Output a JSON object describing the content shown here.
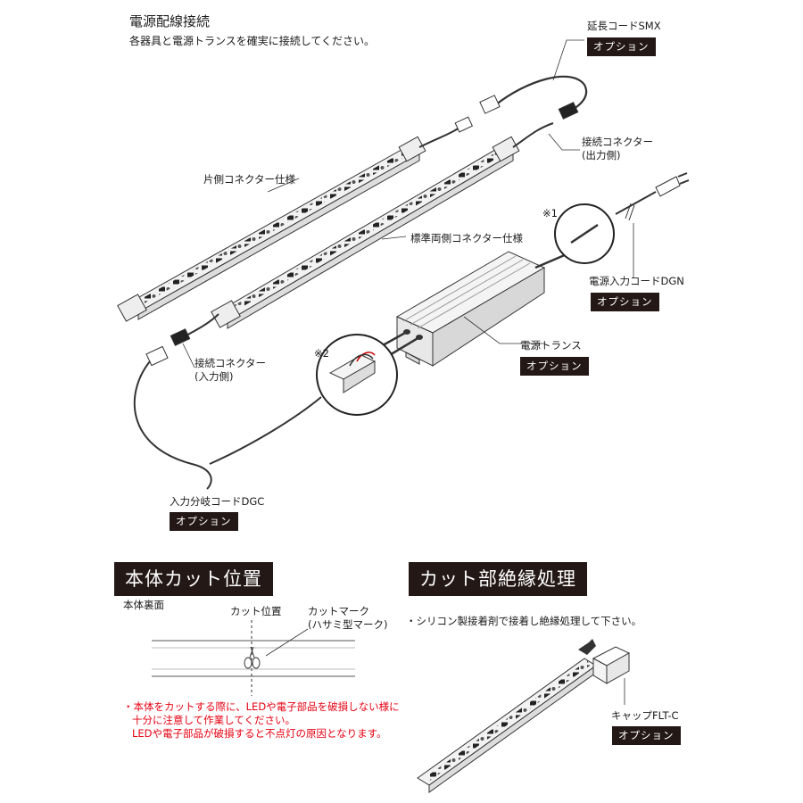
{
  "wiring": {
    "title": "電源配線接続",
    "subtitle": "各器具と電源トランスを確実に接続してください。",
    "extension_cord": {
      "label": "延長コードSMX",
      "badge": "オプション"
    },
    "output_connector": {
      "label_line1": "接続コネクター",
      "label_line2": "(出力側)"
    },
    "one_side_spec": "片側コネクター仕様",
    "double_side_spec": "標準両側コネクター仕様",
    "note1": "※1",
    "note2": "※2",
    "power_input_cord": {
      "label": "電源入力コードDGN",
      "badge": "オプション"
    },
    "power_transformer": {
      "label": "電源トランス",
      "badge": "オプション"
    },
    "input_connector": {
      "label_line1": "接続コネクター",
      "label_line2": "(入力側)"
    },
    "input_branch_cord": {
      "label": "入力分岐コードDGC",
      "badge": "オプション"
    }
  },
  "cut_position": {
    "header": "本体カット位置",
    "back_label": "本体裏面",
    "cut_label": "カット位置",
    "mark_label_line1": "カットマーク",
    "mark_label_line2": "(ハサミ型マーク)",
    "warning": [
      "・本体をカットする際に、LEDや電子部品を破損しない様に",
      "十分に注意して作業してください。",
      "LEDや電子部品が破損すると不点灯の原因となります。"
    ]
  },
  "insulation": {
    "header": "カット部絶縁処理",
    "instruction": "・シリコン製接着剤で接着し絶縁処理して下さい。",
    "cap": {
      "label": "キャップFLT-C",
      "badge": "オプション"
    }
  }
}
